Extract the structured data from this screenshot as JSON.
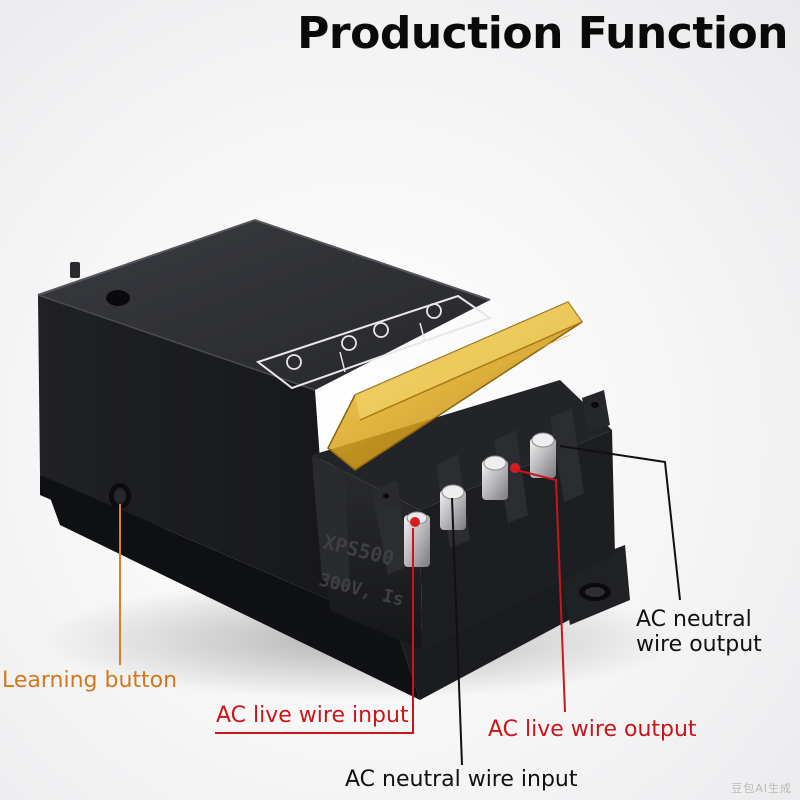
{
  "title": "Production Function",
  "device": {
    "body_print_1": "XPS500",
    "body_print_2": "300V, Is"
  },
  "labels": {
    "learning_button": "Learning button",
    "ac_live_input": "AC live wire input",
    "ac_neutral_input": "AC neutral wire input",
    "ac_live_output": "AC live wire output",
    "ac_neutral_output_1": "AC neutral",
    "ac_neutral_output_2": "wire output"
  },
  "colors": {
    "body": "#1c1d20",
    "cover": "#e3ae22",
    "leader_orange": "#e07e1e",
    "leader_red": "#c8161b",
    "leader_black": "#111111"
  },
  "watermark": "豆包AI生成"
}
